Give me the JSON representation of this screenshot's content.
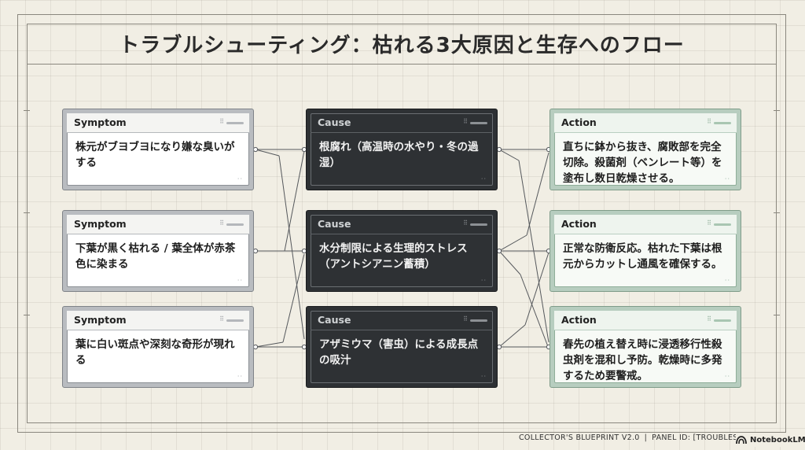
{
  "title": "トラブルシューティング：枯れる3大原因と生存へのフロー",
  "symptoms": [
    {
      "label": "Symptom",
      "text": "株元がブヨブヨになり嫌な臭いがする"
    },
    {
      "label": "Symptom",
      "text": "下葉が黒く枯れる / 葉全体が赤茶色に染まる"
    },
    {
      "label": "Symptom",
      "text": "葉に白い斑点や深刻な奇形が現れる"
    }
  ],
  "causes": [
    {
      "label": "Cause",
      "text": "根腐れ（高温時の水やり・冬の過湿）"
    },
    {
      "label": "Cause",
      "text": "水分制限による生理的ストレス（アントシアニン蓄積）"
    },
    {
      "label": "Cause",
      "text": "アザミウマ（害虫）による成長点の吸汁"
    }
  ],
  "actions": [
    {
      "label": "Action",
      "text": "直ちに鉢から抜き、腐敗部を完全切除。殺菌剤（ベンレート等）を塗布し数日乾燥させる。"
    },
    {
      "label": "Action",
      "text": "正常な防衛反応。枯れた下葉は根元からカットし通風を確保する。"
    },
    {
      "label": "Action",
      "text": "春先の植え替え時に浸透移行性殺虫剤を混和し予防。乾燥時に多発するため要警戒。"
    }
  ],
  "footer": {
    "version": "COLLECTOR'S BLUEPRINT V2.0",
    "separator": "|",
    "panel": "PANEL ID: [TROUBLESHOOTING]"
  },
  "brand": "NotebookLM",
  "colors": {
    "background": "#f1eee4",
    "cause_fill": "#2e3134",
    "action_accent": "#8fae99",
    "line": "#55585c"
  },
  "icons": {
    "brand": "notebooklm-logo-icon"
  }
}
